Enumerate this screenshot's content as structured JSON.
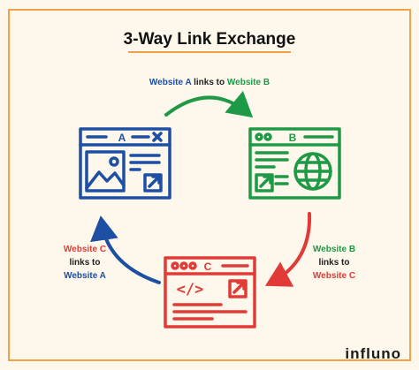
{
  "title": "3-Way Link Exchange",
  "windows": {
    "a": {
      "letter": "A",
      "color": "#1d4fa3"
    },
    "b": {
      "letter": "B",
      "color": "#1e9a46"
    },
    "c": {
      "letter": "C",
      "color": "#e23b37"
    }
  },
  "links": {
    "a_to_b": {
      "from": "Website A",
      "verb": "links to",
      "to": "Website B"
    },
    "b_to_c": {
      "from": "Website B",
      "verb": "links to",
      "to": "Website C"
    },
    "c_to_a": {
      "from": "Website C",
      "verb": "links to",
      "to": "Website A"
    }
  },
  "arrow_colors": {
    "a_to_b": "#1e9a46",
    "b_to_c": "#e23b37",
    "c_to_a": "#1d4fa3"
  },
  "accent_color": "#f0a14a",
  "code_glyph": "</>",
  "brand": "influno"
}
